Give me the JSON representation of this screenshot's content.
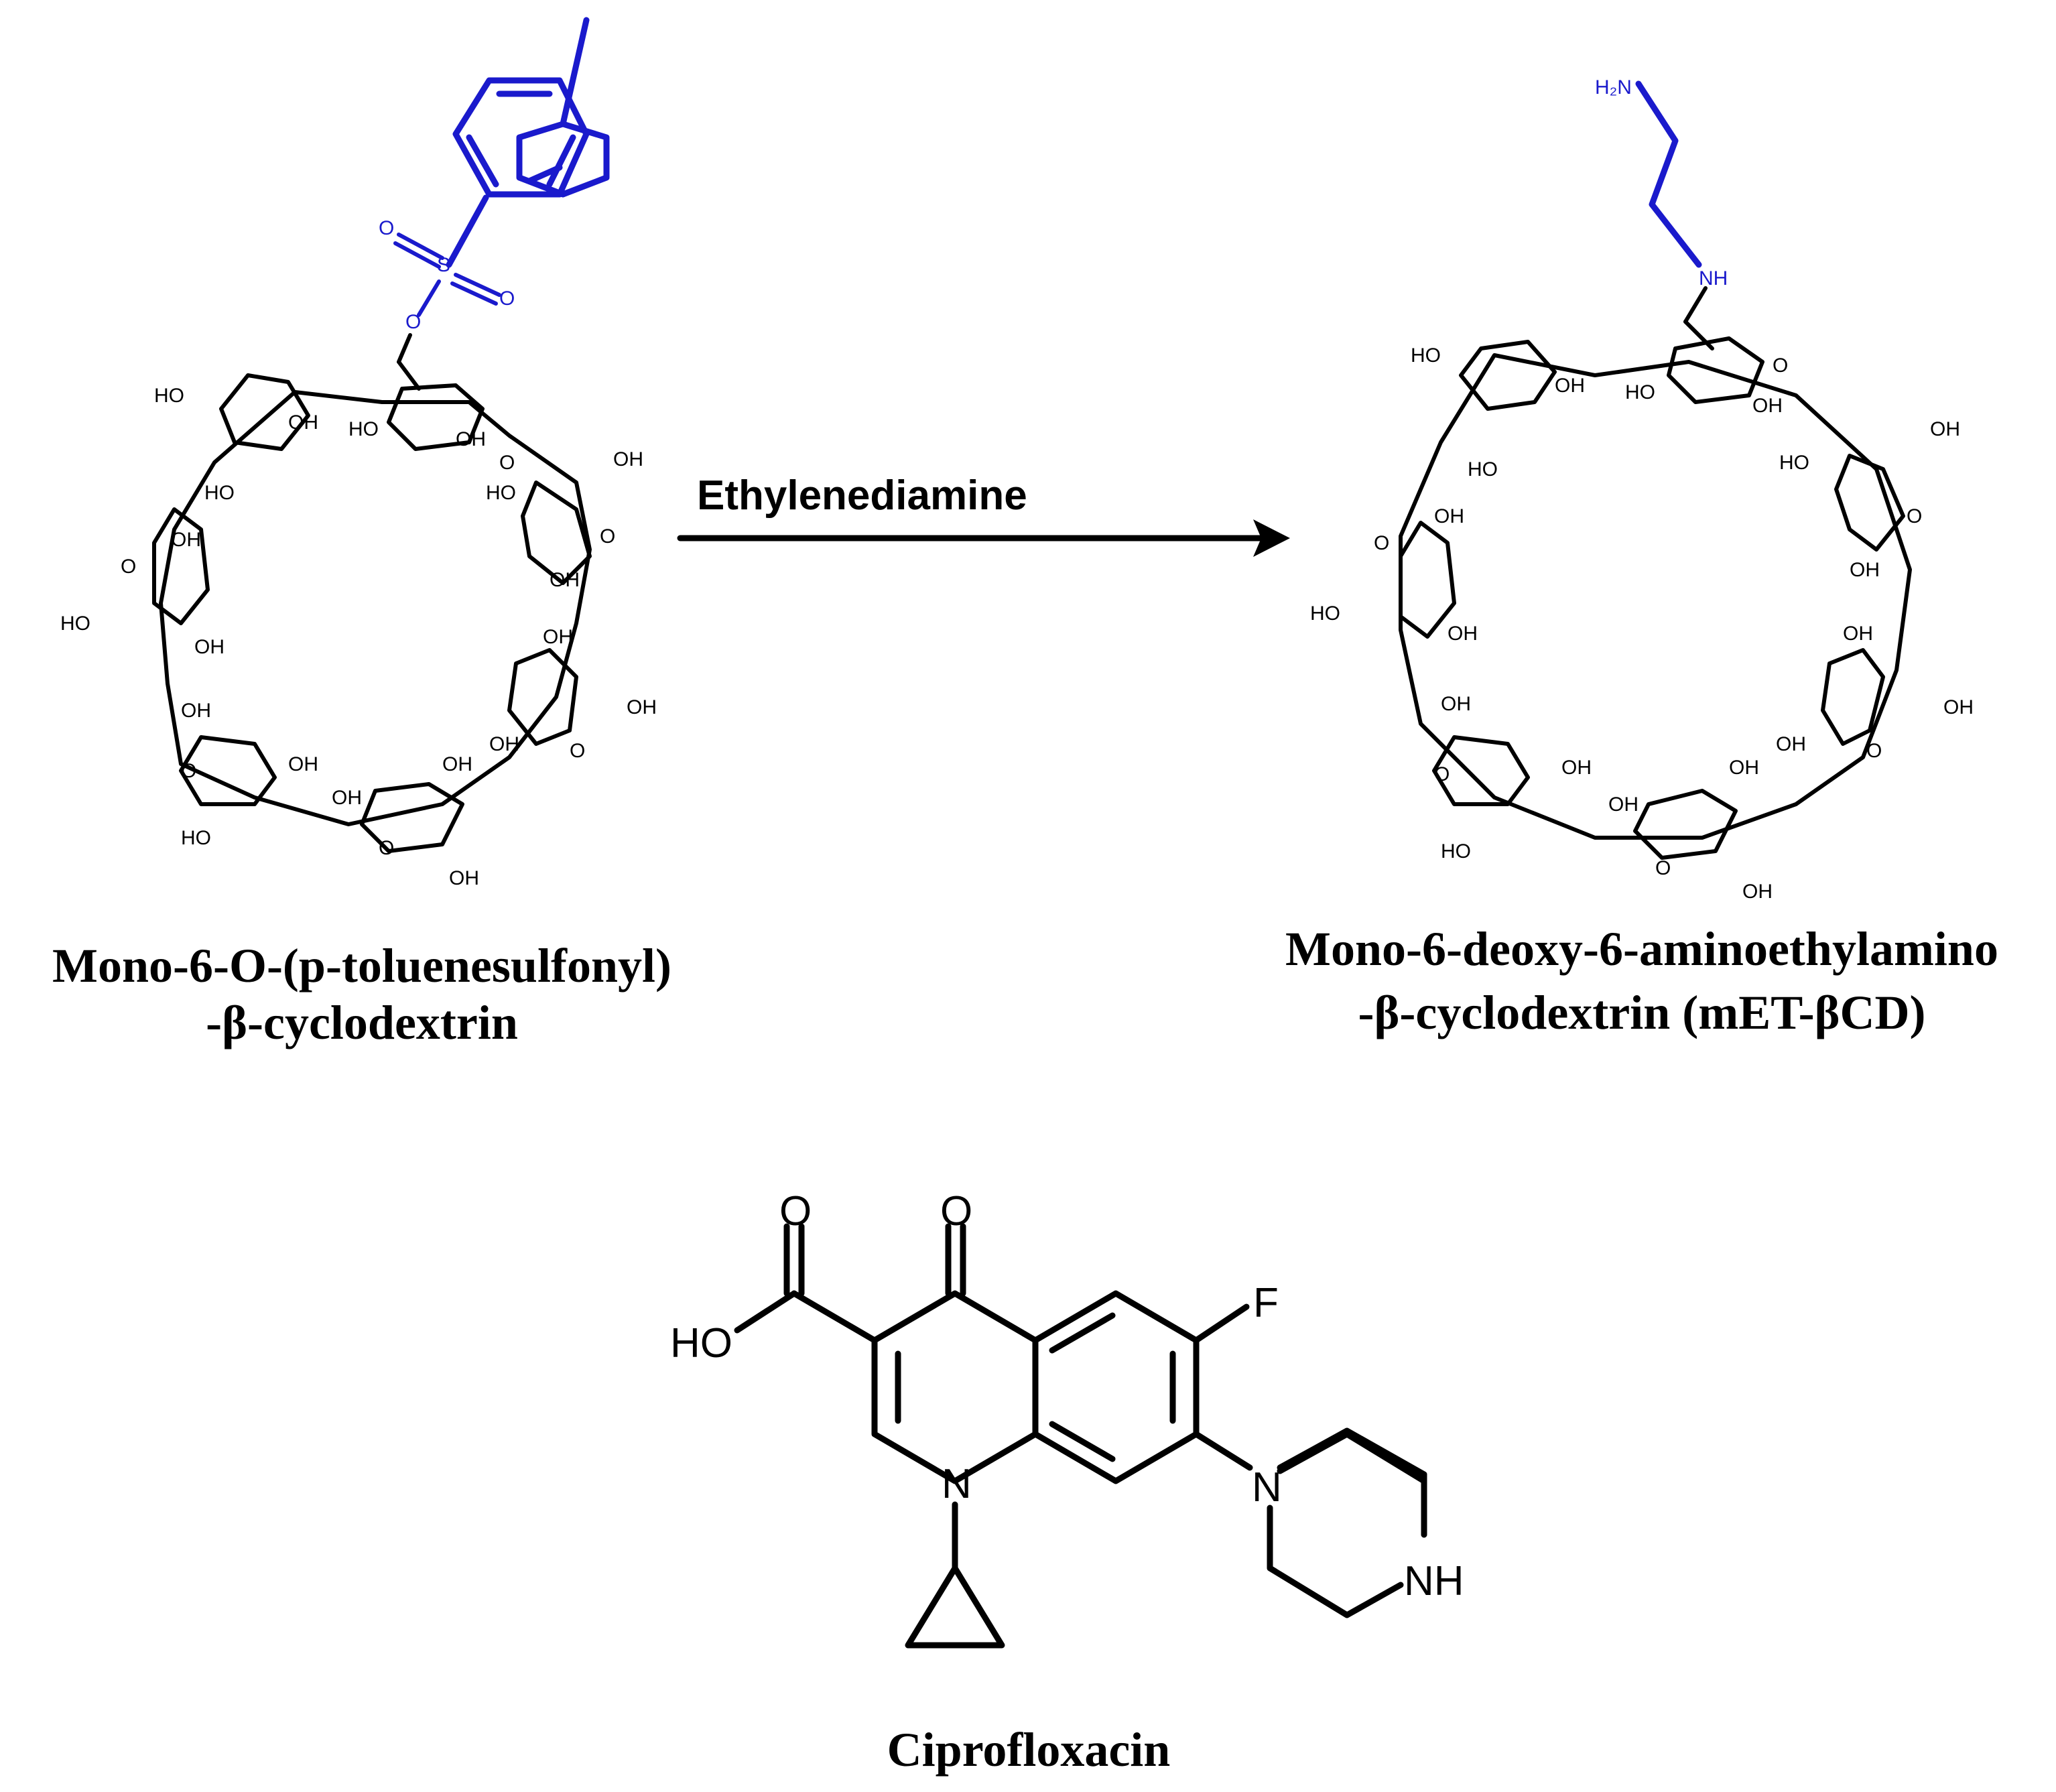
{
  "reagent": "Ethylenediamine",
  "compounds": {
    "tosyl_cd": {
      "caption_line1": "Mono-6-O-(p-toluenesulfonyl)",
      "caption_line2": "-β-cyclodextrin"
    },
    "met_cd": {
      "caption_line1": "Mono-6-deoxy-6-aminoethylamino",
      "caption_line2": "-β-cyclodextrin (mET-βCD)"
    },
    "ciprofloxacin": {
      "caption": "Ciprofloxacin"
    }
  },
  "atom_labels": {
    "O": "O",
    "S": "S",
    "OH": "OH",
    "HO": "HO",
    "NH": "NH",
    "H2N": "H₂N",
    "F": "F",
    "N": "N"
  },
  "colors": {
    "substituent": "#1a1acc",
    "bond": "#000000"
  }
}
